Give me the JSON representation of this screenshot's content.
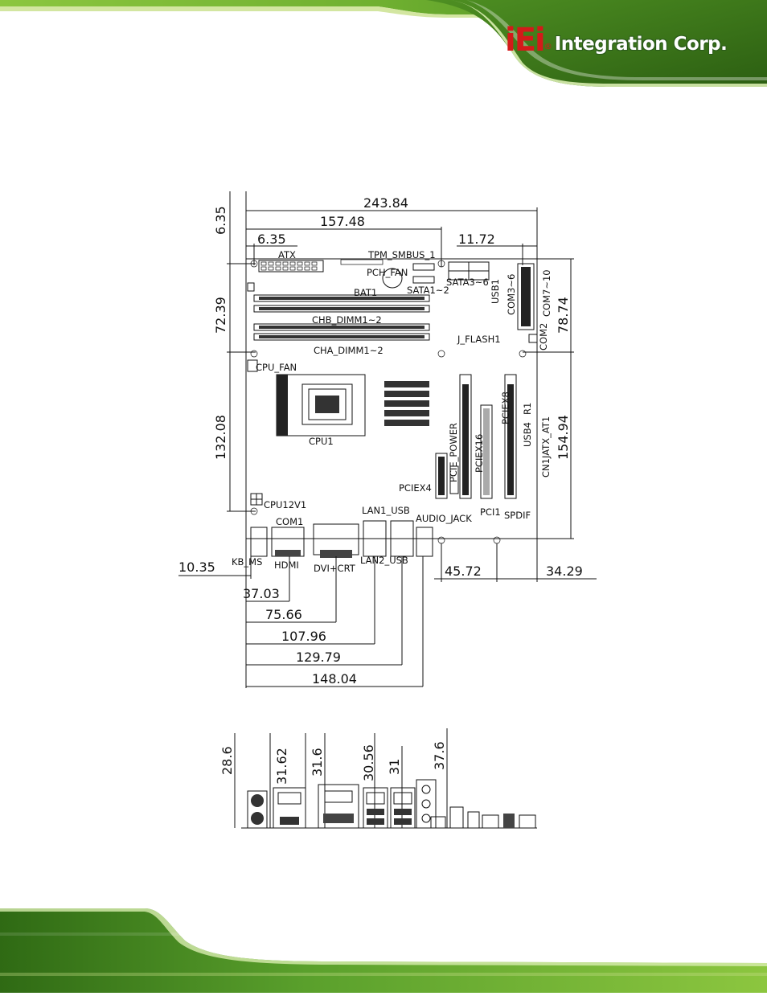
{
  "brand": {
    "logo_mark": "iEi",
    "logo_registered": "®",
    "logo_text": "Integration Corp."
  },
  "colors": {
    "brand_red": "#d41a1a",
    "banner_green": "#5aa02c",
    "banner_light": "#c8e08a"
  },
  "top_view": {
    "dimensions": {
      "board_width": "243.84",
      "d_157_48": "157.48",
      "d_6_35_top": "6.35",
      "d_11_72": "11.72",
      "d_6_35_left": "6.35",
      "d_72_39": "72.39",
      "d_132_08": "132.08",
      "d_78_74": "78.74",
      "d_154_94": "154.94",
      "d_10_35": "10.35",
      "d_45_72": "45.72",
      "d_34_29": "34.29",
      "d_37_03": "37.03",
      "d_75_66": "75.66",
      "d_107_96": "107.96",
      "d_129_79": "129.79",
      "d_148_04": "148.04"
    },
    "labels": {
      "atx": "ATX",
      "tpm_smbus": "TPM_SMBUS_1",
      "pch_fan": "PCH_FAN",
      "bat1": "BAT1",
      "sata1_2": "SATA1~2",
      "sata3_6": "SATA3~6",
      "usb1": "USB1",
      "com3_6": "COM3~6",
      "com7_10": "COM7~10",
      "com2": "COM2",
      "chb_dimm": "CHB_DIMM1~2",
      "cha_dimm": "CHA_DIMM1~2",
      "j_flash": "J_FLASH1",
      "cpu_fan": "CPU_FAN",
      "cpu1": "CPU1",
      "pcie_power": "PCIE_POWER",
      "pciex16": "PCIEX16",
      "pciex8": "PCIEX8",
      "usb4": "USB4",
      "r1": "R1",
      "jatx_at1": "JATX_AT1",
      "cn1": "CN1",
      "pciex4": "PCIEX4",
      "pci1": "PCI1",
      "spdif": "SPDIF",
      "cpu12v1": "CPU12V1",
      "lan1_usb": "LAN1_USB",
      "audio_jack": "AUDIO_JACK",
      "com1": "COM1",
      "kb_ms": "KB_MS",
      "hdmi": "HDMI",
      "dvi_crt": "DVI+CRT",
      "lan2_usb": "LAN2_USB"
    }
  },
  "side_view": {
    "heights": [
      "28.6",
      "31.62",
      "31.6",
      "30.56",
      "31",
      "37.6"
    ]
  }
}
